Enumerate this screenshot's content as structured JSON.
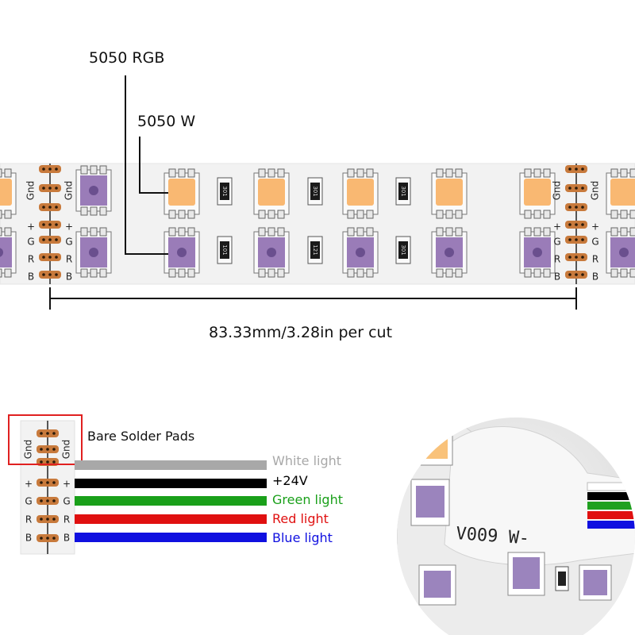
{
  "callouts": {
    "rgb_led": "5050 RGB",
    "white_led": "5050 W"
  },
  "dimension": {
    "text": "83.33mm/3.28in per cut"
  },
  "pads": {
    "gnd": "Gnd",
    "plus": "+",
    "g": "G",
    "r": "R",
    "b": "B"
  },
  "resistors": {
    "top": [
      "301",
      "301",
      "301"
    ],
    "bottom": [
      "101",
      "121",
      "301"
    ]
  },
  "legend": {
    "title": "Bare Solder Pads",
    "wires": [
      {
        "label": "White light",
        "color": "#a8a8a8"
      },
      {
        "label": "+24V",
        "color": "#000000"
      },
      {
        "label": "Green light",
        "color": "#1aa01a"
      },
      {
        "label": "Red light",
        "color": "#e01010"
      },
      {
        "label": "Blue light",
        "color": "#1010e0"
      }
    ]
  },
  "photo": {
    "print_text": "V00‌9  W-",
    "wire_colors": [
      "#ffffff",
      "#000000",
      "#20a020",
      "#e01010",
      "#1010e0"
    ]
  },
  "colors": {
    "led_warm": "#f9b872",
    "led_rgb": "#9a7cb8",
    "pad": "#c87a3c",
    "box_red": "#e02020"
  }
}
